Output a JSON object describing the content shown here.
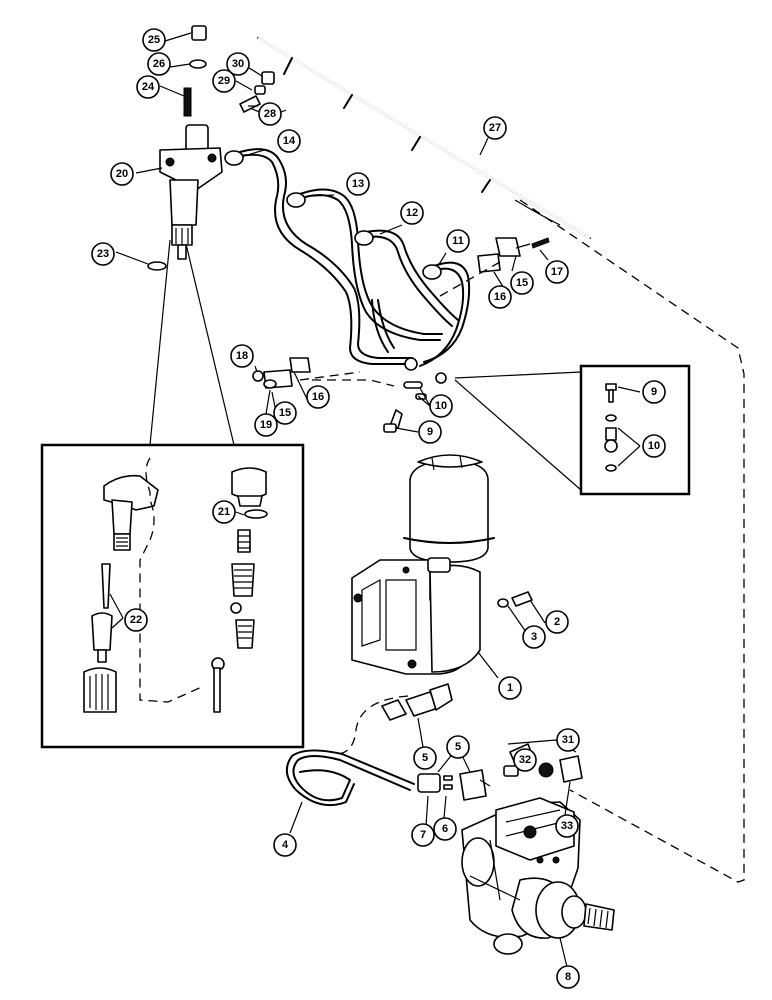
{
  "callouts": [
    "1",
    "2",
    "3",
    "4",
    "5",
    "5",
    "6",
    "7",
    "8",
    "9",
    "9",
    "10",
    "10",
    "11",
    "12",
    "13",
    "14",
    "15",
    "15",
    "16",
    "16",
    "17",
    "18",
    "19",
    "20",
    "21",
    "22",
    "23",
    "24",
    "25",
    "26",
    "27",
    "28",
    "29",
    "30",
    "31",
    "32",
    "33"
  ]
}
